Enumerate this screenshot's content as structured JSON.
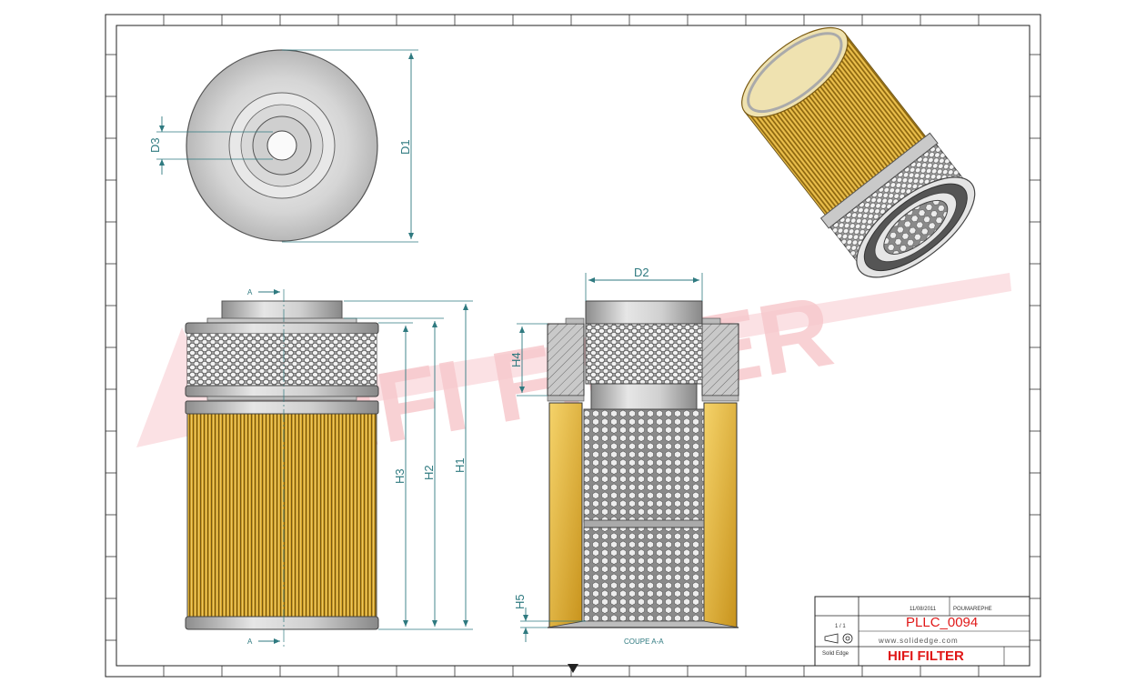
{
  "watermark": "HIFI FILTER",
  "dimensions": {
    "d1": "D1",
    "d2": "D2",
    "d3": "D3",
    "h1": "H1",
    "h2": "H2",
    "h3": "H3",
    "h4": "H4",
    "h5": "H5",
    "section_mark": "A"
  },
  "section_label": "COUPE A-A",
  "title_block": {
    "part_number": "PLLC_0094",
    "brand": "HIFI FILTER",
    "url": "www.solidedge.com",
    "software": "Solid Edge",
    "drawn_by": "POUMAREPHE",
    "date": "11/08/2011",
    "sheet": "1 / 1"
  },
  "colors": {
    "dim": "#2f7a80",
    "filter_media": "#d8a62a",
    "metal": "#b9b9b9",
    "watermark": "#f7c9cd",
    "part_number": "#e01818"
  }
}
